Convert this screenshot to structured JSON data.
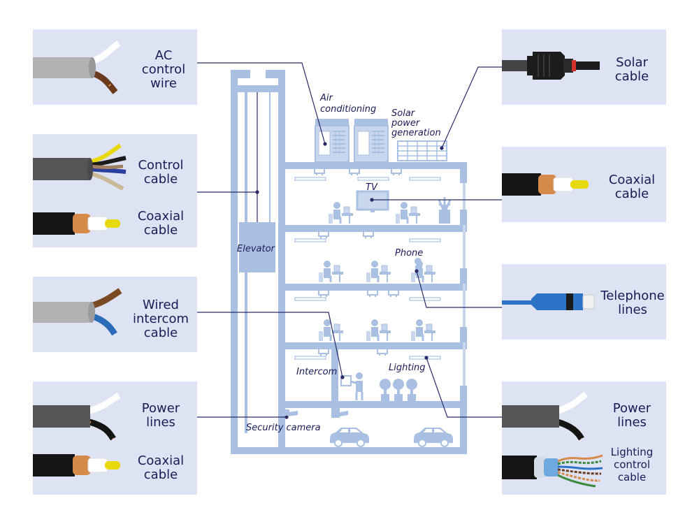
{
  "colors": {
    "panel_bg": "#dde3f2",
    "building": "#a9c0e2",
    "building_light": "#c9d7ee",
    "text": "#1b1b55",
    "leader": "#2a2a66",
    "cable_grey": "#b2b2b4",
    "cable_dark": "#555558",
    "cable_black": "#141414",
    "copper": "#d68a4a",
    "telephone_blue": "#2f73c8"
  },
  "left_panels": [
    {
      "cables": [
        {
          "label": "AC\ncontrol\nwire",
          "type": "grey-2core"
        }
      ]
    },
    {
      "cables": [
        {
          "label": "Control\ncable",
          "type": "dark-multicore"
        },
        {
          "label": "Coaxial\ncable",
          "type": "coax"
        }
      ]
    },
    {
      "cables": [
        {
          "label": "Wired\nintercom\ncable",
          "type": "grey-brown-blue"
        }
      ]
    },
    {
      "cables": [
        {
          "label": "Power\nlines",
          "type": "dark-2core"
        },
        {
          "label": "Coaxial\ncable",
          "type": "coax"
        }
      ]
    }
  ],
  "right_panels": [
    {
      "cables": [
        {
          "label": "Solar\ncable",
          "type": "solar-connector"
        }
      ]
    },
    {
      "cables": [
        {
          "label": "Coaxial\ncable",
          "type": "coax"
        }
      ]
    },
    {
      "cables": [
        {
          "label": "Telephone\nlines",
          "type": "telephone-connector"
        }
      ]
    },
    {
      "cables": [
        {
          "label": "Power\nlines",
          "type": "dark-2core"
        },
        {
          "label": "Lighting\ncontrol\ncable",
          "type": "lan-cable"
        }
      ]
    }
  ],
  "building_labels": {
    "air_conditioning": "Air\nconditioning",
    "solar_power": "Solar\npower\ngeneration",
    "tv": "TV",
    "elevator": "Elevator",
    "phone": "Phone",
    "intercom": "Intercom",
    "lighting": "Lighting",
    "security_camera": "Security camera"
  },
  "icons": {
    "building": "office-building-cross-section",
    "elevator": "elevator-car-icon",
    "air_conditioner": "air-conditioner-icon",
    "solar_panel": "solar-panel-icon",
    "tv": "tv-icon",
    "phone": "phone-icon",
    "intercom": "intercom-icon",
    "camera": "security-camera-icon",
    "car": "car-icon",
    "worker": "desk-worker-icon",
    "plant": "potted-plant-icon"
  }
}
